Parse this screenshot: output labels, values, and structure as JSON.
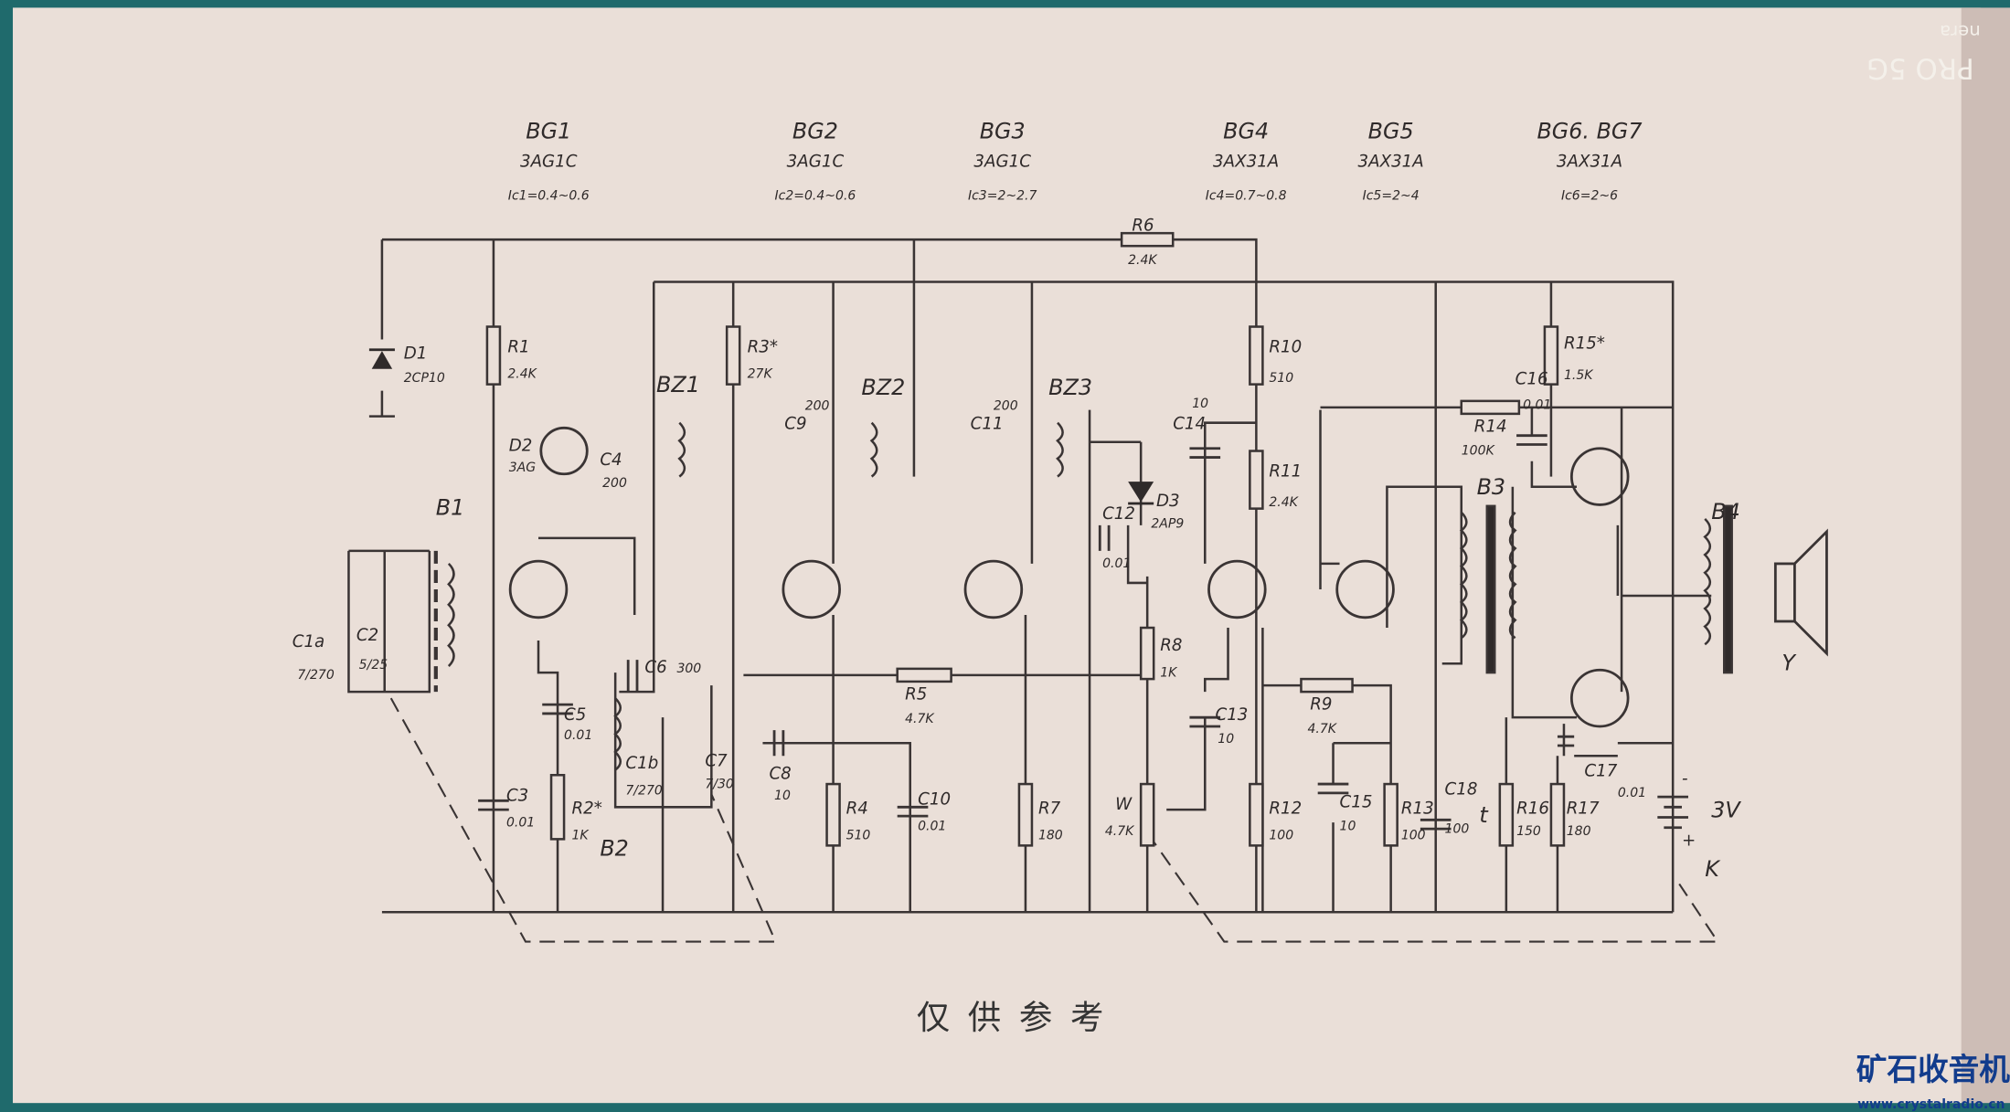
{
  "header": {
    "stages": [
      {
        "name": "BG1",
        "type": "3AG1C",
        "current": "Ic1=0.4~0.6"
      },
      {
        "name": "BG2",
        "type": "3AG1C",
        "current": "Ic2=0.4~0.6"
      },
      {
        "name": "BG3",
        "type": "3AG1C",
        "current": "Ic3=2~2.7"
      },
      {
        "name": "BG4",
        "type": "3AX31A",
        "current": "Ic4=0.7~0.8"
      },
      {
        "name": "BG5",
        "type": "3AX31A",
        "current": "Ic5=2~4"
      },
      {
        "name": "BG6. BG7",
        "type": "3AX31A",
        "current": "Ic6=2~6"
      }
    ]
  },
  "components": {
    "R6": {
      "name": "R6",
      "value": "2.4K"
    },
    "D1": {
      "name": "D1",
      "value": "2CP10"
    },
    "R1": {
      "name": "R1",
      "value": "2.4K"
    },
    "R3": {
      "name": "R3*",
      "value": "27K"
    },
    "BZ1": {
      "name": "BZ1"
    },
    "BZ2": {
      "name": "BZ2"
    },
    "BZ3": {
      "name": "BZ3"
    },
    "C9": {
      "name": "C9",
      "value": "200"
    },
    "C11": {
      "name": "C11",
      "value": "200"
    },
    "D2": {
      "name": "D2",
      "value": "3AG"
    },
    "C4": {
      "name": "C4",
      "value": "200"
    },
    "B1": {
      "name": "B1"
    },
    "C1a": {
      "name": "C1a",
      "value": "7/270"
    },
    "C2": {
      "name": "C2",
      "value": "5/25"
    },
    "C5": {
      "name": "C5",
      "value": "0.01"
    },
    "C6": {
      "name": "C6",
      "value": "300"
    },
    "C1b": {
      "name": "C1b",
      "value": "7/270"
    },
    "C7": {
      "name": "C7",
      "value": "7/30"
    },
    "B2": {
      "name": "B2"
    },
    "C3": {
      "name": "C3",
      "value": "0.01"
    },
    "R2": {
      "name": "R2*",
      "value": "1K"
    },
    "R5": {
      "name": "R5",
      "value": "4.7K"
    },
    "C8": {
      "name": "C8",
      "value": "10"
    },
    "R4": {
      "name": "R4",
      "value": "510"
    },
    "C10": {
      "name": "C10",
      "value": "0.01"
    },
    "R7": {
      "name": "R7",
      "value": "180"
    },
    "C12": {
      "name": "C12",
      "value": "0.01"
    },
    "D3": {
      "name": "D3",
      "value": "2AP9"
    },
    "R8": {
      "name": "R8",
      "value": "1K"
    },
    "W": {
      "name": "W",
      "value": "4.7K"
    },
    "C14": {
      "name": "C14",
      "value": "10"
    },
    "R10": {
      "name": "R10",
      "value": "510"
    },
    "R11": {
      "name": "R11",
      "value": "2.4K"
    },
    "C13": {
      "name": "C13",
      "value": "10"
    },
    "R9": {
      "name": "R9",
      "value": "4.7K"
    },
    "R12": {
      "name": "R12",
      "value": "100"
    },
    "C15": {
      "name": "C15",
      "value": "10"
    },
    "R13": {
      "name": "R13",
      "value": "100"
    },
    "C18": {
      "name": "C18",
      "value": "100"
    },
    "R15": {
      "name": "R15*",
      "value": "1.5K"
    },
    "C16": {
      "name": "C16",
      "value": "0.01"
    },
    "R14": {
      "name": "R14",
      "value": "100K"
    },
    "B3": {
      "name": "B3"
    },
    "B4": {
      "name": "B4"
    },
    "Y": {
      "name": "Y"
    },
    "t": {
      "name": "t"
    },
    "R16": {
      "name": "R16",
      "value": "150"
    },
    "R17": {
      "name": "R17",
      "value": "180"
    },
    "C17": {
      "name": "C17",
      "value": "0.01"
    },
    "battery": {
      "value": "3V",
      "minus": "-",
      "plus": "+"
    },
    "K": {
      "name": "K"
    }
  },
  "footer": "仅供参考",
  "watermark": {
    "title": "矿石收音机",
    "url": "www.crystalradio.cn"
  },
  "camera_stamp": {
    "line1": "nera",
    "line2": "PRO 5G"
  },
  "colors": {
    "paper": "#eadfd8",
    "ink": "#3a3434",
    "border": "#1f6a6c",
    "watermark": "#123c8c"
  }
}
